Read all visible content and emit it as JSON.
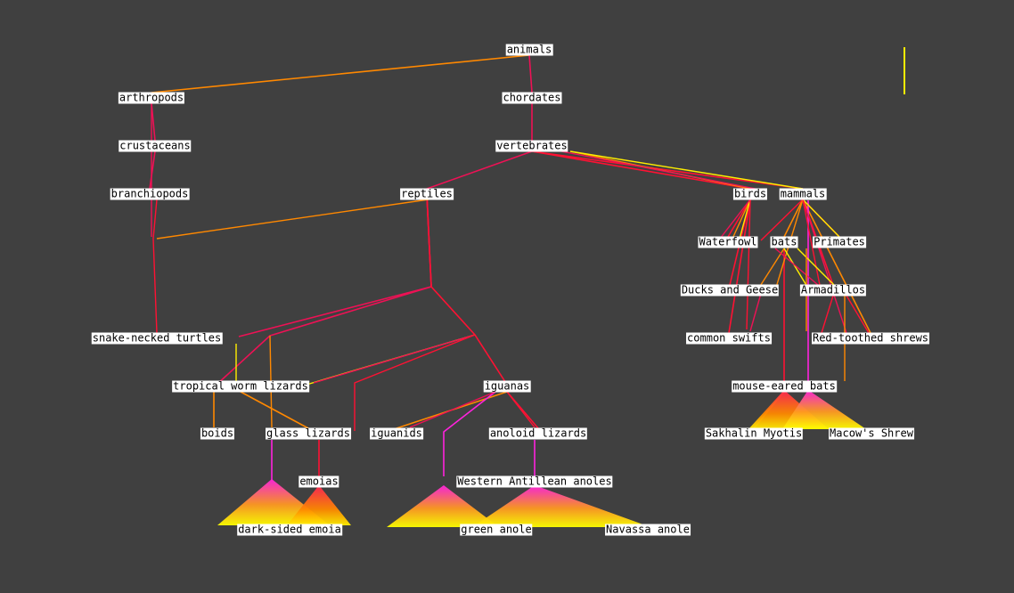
{
  "colors": {
    "background": "#404040",
    "edge_red": "#ff1133",
    "edge_crimson": "#ee1155",
    "edge_orange": "#ff8800",
    "edge_yellow": "#ffee00",
    "edge_magenta": "#ff22dd",
    "fan_top": "#ff22dd",
    "fan_bottom": "#ffff00",
    "legend_bar": "#ffee00"
  },
  "nodes": [
    {
      "id": "animals",
      "label": "animals"
    },
    {
      "id": "arthropods",
      "label": "arthropods"
    },
    {
      "id": "chordates",
      "label": "chordates"
    },
    {
      "id": "crustaceans",
      "label": "crustaceans"
    },
    {
      "id": "vertebrates",
      "label": "vertebrates"
    },
    {
      "id": "branchiopods",
      "label": "branchiopods"
    },
    {
      "id": "reptiles",
      "label": "reptiles"
    },
    {
      "id": "birds",
      "label": "birds"
    },
    {
      "id": "mammals",
      "label": "mammals"
    },
    {
      "id": "waterfowl",
      "label": "Waterfowl"
    },
    {
      "id": "bats",
      "label": "bats"
    },
    {
      "id": "primates",
      "label": "Primates"
    },
    {
      "id": "ducks_geese",
      "label": "Ducks and Geese"
    },
    {
      "id": "armadillos",
      "label": "Armadillos"
    },
    {
      "id": "snake_necked_turtles",
      "label": "snake-necked turtles"
    },
    {
      "id": "common_swifts",
      "label": "common swifts"
    },
    {
      "id": "red_toothed_shrews",
      "label": "Red-toothed shrews"
    },
    {
      "id": "tropical_worm_lizards",
      "label": "tropical worm lizards"
    },
    {
      "id": "iguanas",
      "label": "iguanas"
    },
    {
      "id": "mouse_eared_bats",
      "label": "mouse-eared bats"
    },
    {
      "id": "boids",
      "label": "boids"
    },
    {
      "id": "glass_lizards",
      "label": "glass lizards"
    },
    {
      "id": "iguanids",
      "label": "iguanids"
    },
    {
      "id": "anoloid_lizards",
      "label": "anoloid lizards"
    },
    {
      "id": "sakhalin_myotis",
      "label": "Sakhalin Myotis"
    },
    {
      "id": "macows_shrew",
      "label": "Macow's Shrew"
    },
    {
      "id": "emoias",
      "label": "emoias"
    },
    {
      "id": "western_antillean_anoles",
      "label": "Western Antillean anoles"
    },
    {
      "id": "dark_sided_emoia",
      "label": "dark-sided emoia"
    },
    {
      "id": "green_anole",
      "label": "green anole"
    },
    {
      "id": "navassa_anole",
      "label": "Navassa anole"
    }
  ],
  "edges": [
    {
      "from": "animals",
      "to": "arthropods",
      "color": "edge_orange"
    },
    {
      "from": "animals",
      "to": "chordates",
      "color": "edge_crimson"
    },
    {
      "from": "arthropods",
      "to": "crustaceans",
      "color": "edge_crimson"
    },
    {
      "from": "crustaceans",
      "to": "branchiopods",
      "color": "edge_crimson"
    },
    {
      "from": "chordates",
      "to": "vertebrates",
      "color": "edge_crimson"
    },
    {
      "from": "vertebrates",
      "to": "reptiles",
      "color": "edge_crimson"
    },
    {
      "from": "vertebrates",
      "to": "birds",
      "color": "edge_red"
    },
    {
      "from": "vertebrates",
      "to": "mammals",
      "color": "edge_red"
    },
    {
      "from": "reptiles",
      "to": "snake_necked_turtles",
      "color": "edge_crimson"
    },
    {
      "from": "reptiles",
      "to": "tropical_worm_lizards",
      "color": "edge_crimson"
    },
    {
      "from": "reptiles",
      "to": "iguanas",
      "color": "edge_red"
    },
    {
      "from": "tropical_worm_lizards",
      "to": "boids",
      "color": "edge_orange"
    },
    {
      "from": "tropical_worm_lizards",
      "to": "glass_lizards",
      "color": "edge_orange"
    },
    {
      "from": "glass_lizards",
      "to": "dark_sided_emoia",
      "color": "edge_magenta"
    },
    {
      "from": "glass_lizards",
      "to": "emoias",
      "color": "edge_red"
    },
    {
      "from": "iguanas",
      "to": "iguanids",
      "color": "edge_orange"
    },
    {
      "from": "iguanas",
      "to": "anoloid_lizards",
      "color": "edge_red"
    },
    {
      "from": "iguanas",
      "to": "western_antillean_anoles",
      "color": "edge_magenta"
    },
    {
      "from": "anoloid_lizards",
      "to": "western_antillean_anoles",
      "color": "edge_magenta"
    },
    {
      "from": "birds",
      "to": "waterfowl",
      "color": "edge_red"
    },
    {
      "from": "birds",
      "to": "ducks_geese",
      "color": "edge_red"
    },
    {
      "from": "birds",
      "to": "common_swifts",
      "color": "edge_red"
    },
    {
      "from": "mammals",
      "to": "bats",
      "color": "edge_orange"
    },
    {
      "from": "mammals",
      "to": "primates",
      "color": "edge_red"
    },
    {
      "from": "mammals",
      "to": "armadillos",
      "color": "edge_red"
    },
    {
      "from": "mammals",
      "to": "red_toothed_shrews",
      "color": "edge_orange"
    },
    {
      "from": "bats",
      "to": "mouse_eared_bats",
      "color": "edge_red"
    },
    {
      "from": "mouse_eared_bats",
      "to": "sakhalin_myotis",
      "color": "edge_orange"
    },
    {
      "from": "red_toothed_shrews",
      "to": "macows_shrew",
      "color": "edge_magenta"
    }
  ]
}
